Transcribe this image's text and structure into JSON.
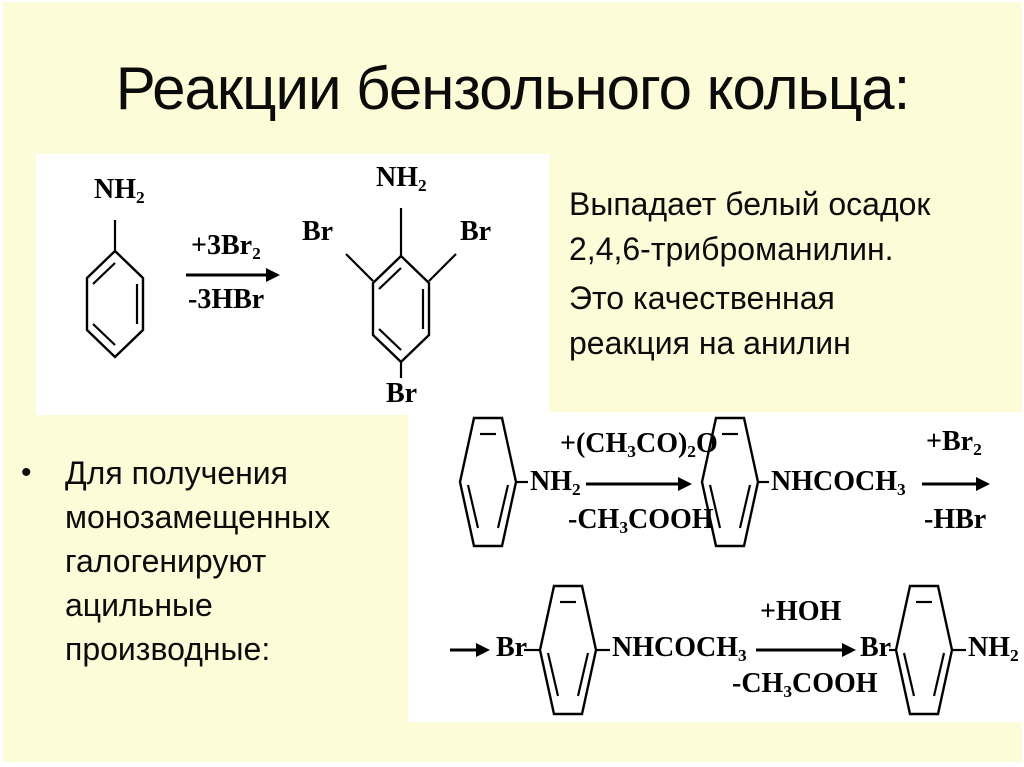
{
  "slide": {
    "title": "Реакции бензольного кольца:",
    "background_color": "#FCFCD8",
    "panel_color": "#FFFFFF"
  },
  "note": {
    "lines": [
      "Выпадает белый осадок",
      "2,4,6-триброманилин.",
      "Это качественная",
      "реакция на анилин"
    ]
  },
  "bullet": {
    "marker": "•",
    "lines": [
      "Для получения",
      "монозамещенных",
      "галогенируют",
      "ацильные",
      "производные:"
    ]
  },
  "scheme1": {
    "amine_label": "NH_2",
    "arrow_above": "+3Br_2",
    "arrow_below": "-3HBr",
    "product_amine_label": "NH_2",
    "br_left": "Br",
    "br_right": "Br",
    "br_bottom": "Br"
  },
  "scheme2": {
    "row1": {
      "amine": "NH_2",
      "arrow1_above": "+(CH_3CO)_2O",
      "arrow1_below": "-CH_3COOH",
      "amide": "NHCOCH_3",
      "arrow2_above": "+Br_2",
      "arrow2_below": "-HBr"
    },
    "row2": {
      "br_left": "Br",
      "amide": "NHCOCH_3",
      "arrow_above": "+HOH",
      "arrow_below": "-CH_3COOH",
      "br_right": "Br",
      "amine": "NH_2"
    }
  }
}
